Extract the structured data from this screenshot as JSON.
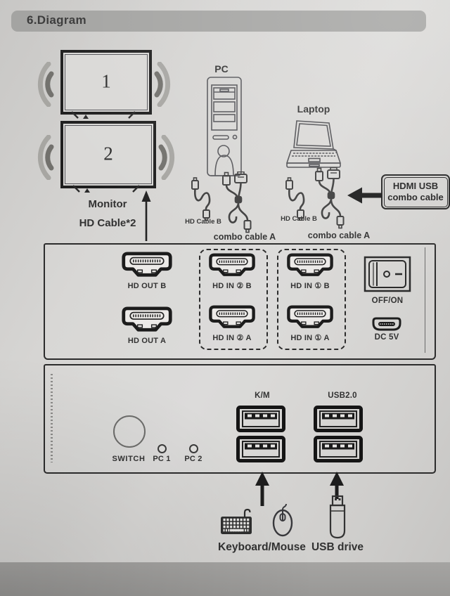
{
  "header": {
    "title": "6.Diagram"
  },
  "monitors": {
    "monitor1": "1",
    "monitor2": "2",
    "caption_line1": "Monitor",
    "caption_line2": "HD Cable*2"
  },
  "devices": {
    "pc": "PC",
    "laptop": "Laptop"
  },
  "callout": {
    "line1": "HDMI USB",
    "line2": "combo cable"
  },
  "cables": {
    "pc_hd": "HD Cable B",
    "pc_combo": "combo cable A",
    "laptop_hd": "HD Cable B",
    "laptop_combo": "combo cable A"
  },
  "rear_panel": {
    "hd_out_b": "HD OUT B",
    "hd_out_a": "HD OUT A",
    "hd_in_2b": "HD IN ② B",
    "hd_in_2a": "HD IN ② A",
    "hd_in_1b": "HD IN ① B",
    "hd_in_1a": "HD IN ① A",
    "power": "OFF/ON",
    "dc": "DC 5V"
  },
  "front_panel": {
    "switch": "SWITCH",
    "pc1": "PC 1",
    "pc2": "PC 2",
    "km": "K/M",
    "usb": "USB2.0"
  },
  "peripherals": {
    "keyboard_mouse": "Keyboard/Mouse",
    "usb_drive": "USB drive"
  },
  "colors": {
    "page": "#d5d4d2",
    "surface": "#a09f9d",
    "header_bar": "#a4a4a2",
    "ink": "#2e2e2e",
    "sketch_line": "#55555a",
    "arc_dark": "#72716d",
    "arc_light": "#a7a6a2"
  }
}
